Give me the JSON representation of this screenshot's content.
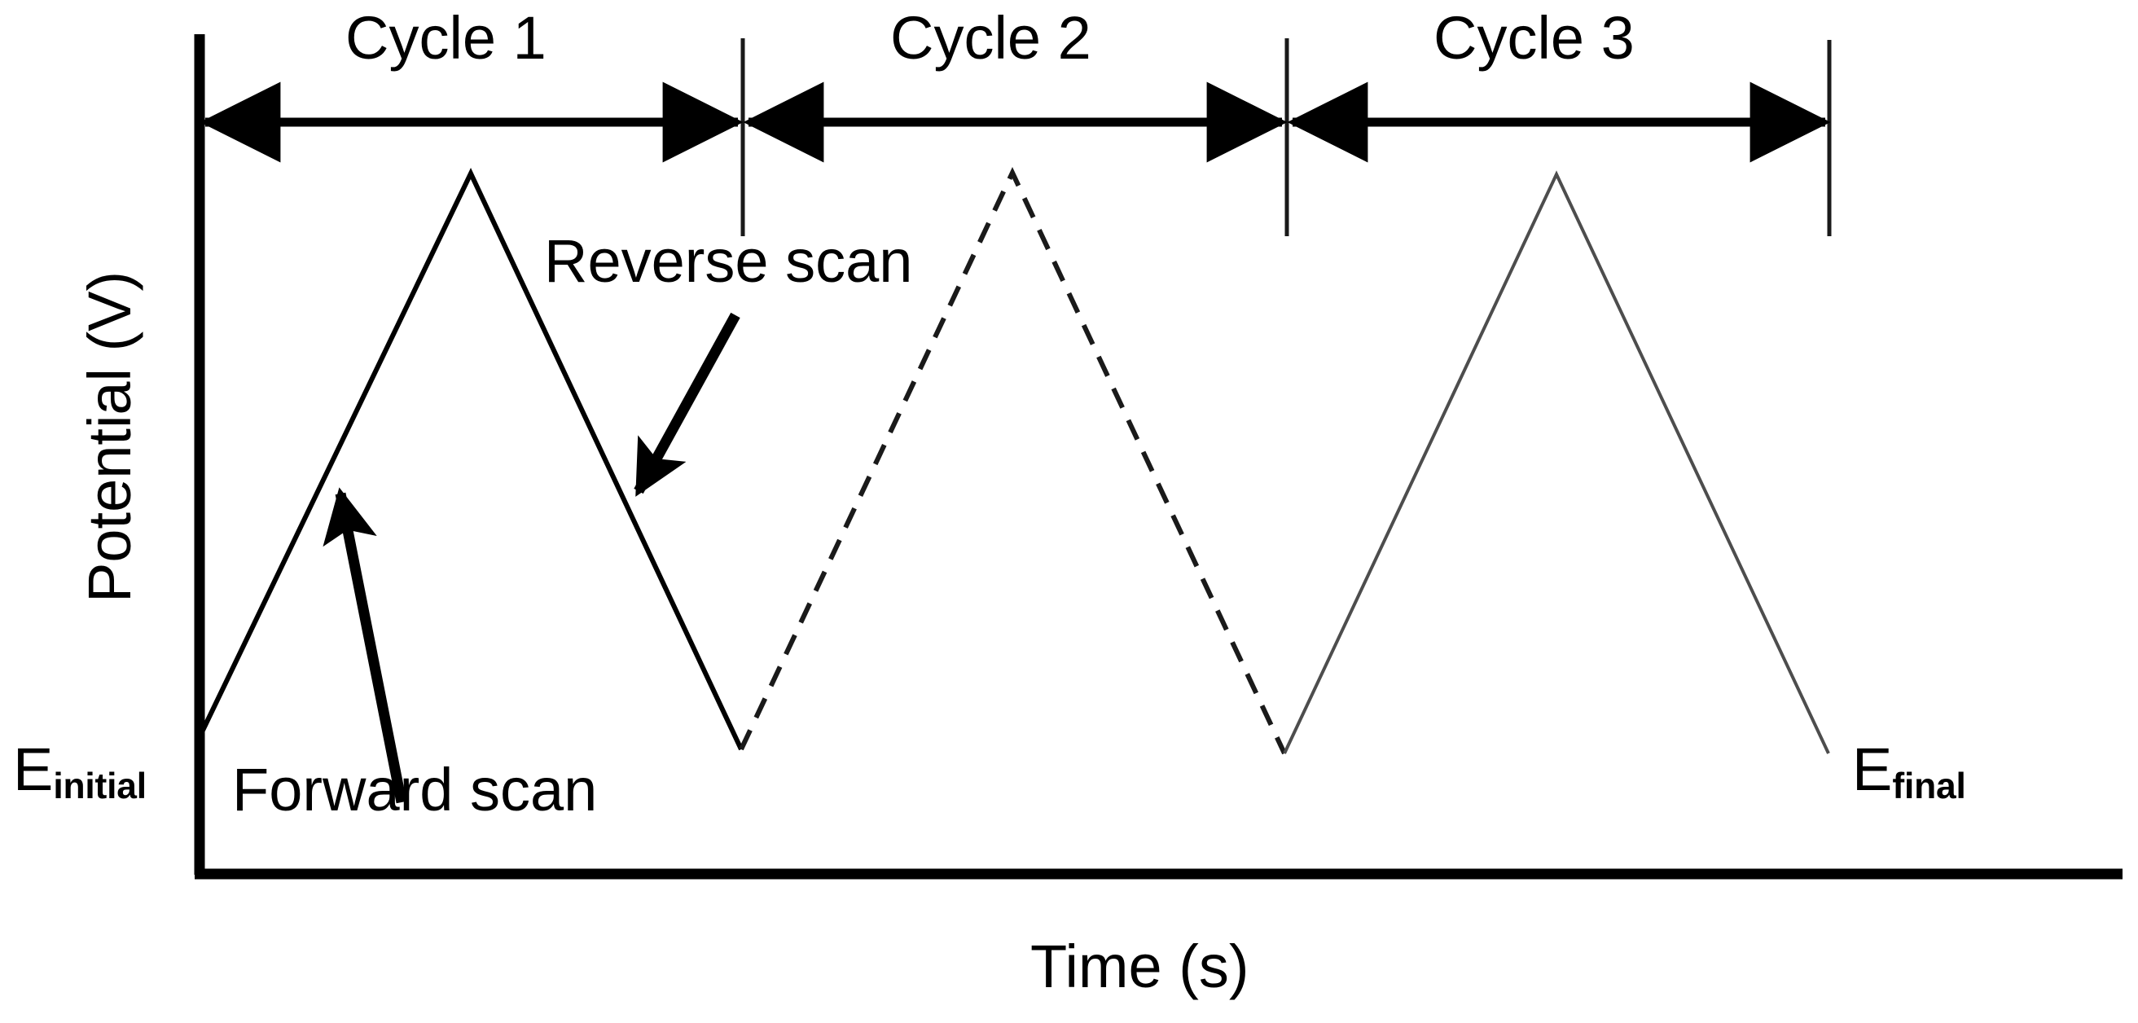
{
  "figure": {
    "kind": "cyclic-voltammetry-potential-waveform",
    "background_color": "#ffffff",
    "ink_color": "#000000"
  },
  "axes": {
    "y_label": "Potential (V)",
    "x_label": "Time (s)",
    "start_marker": "E",
    "start_marker_sub": "initial",
    "end_marker": "E",
    "end_marker_sub": "final"
  },
  "cycles": [
    {
      "label": "Cycle 1",
      "style": "solid",
      "color": "#000000",
      "x_start": 245,
      "x_end": 912
    },
    {
      "label": "Cycle 2",
      "style": "dashed",
      "color": "#1a1a1a",
      "x_start": 912,
      "x_end": 1580
    },
    {
      "label": "Cycle 3",
      "style": "solid-thin",
      "color": "#4d4d4d",
      "x_start": 1580,
      "x_end": 2246
    }
  ],
  "annotations": [
    {
      "label": "Reverse scan",
      "target": "descending-ramp-of-cycle-1"
    },
    {
      "label": "Forward scan",
      "target": "ascending-ramp-of-cycle-1"
    }
  ],
  "chart_data": {
    "type": "line",
    "title": "",
    "xlabel": "Time (s)",
    "ylabel": "Potential (V)",
    "grid": false,
    "legend": "none",
    "x_axis_ticks": [],
    "y_axis_ticks": [],
    "annotations": [
      "Reverse scan",
      "Forward scan",
      "Cycle 1",
      "Cycle 2",
      "Cycle 3",
      "E initial",
      "E final"
    ],
    "series": [
      {
        "name": "Cycle 1",
        "style": "solid",
        "points": [
          {
            "x": 245,
            "y": 905
          },
          {
            "x": 578,
            "y": 213
          },
          {
            "x": 910,
            "y": 920
          }
        ]
      },
      {
        "name": "Cycle 2",
        "style": "dashed",
        "points": [
          {
            "x": 910,
            "y": 920
          },
          {
            "x": 1243,
            "y": 212
          },
          {
            "x": 1577,
            "y": 925
          }
        ]
      },
      {
        "name": "Cycle 3",
        "style": "solid-thin",
        "points": [
          {
            "x": 1577,
            "y": 925
          },
          {
            "x": 1911,
            "y": 214
          },
          {
            "x": 2245,
            "y": 925
          }
        ]
      }
    ]
  }
}
